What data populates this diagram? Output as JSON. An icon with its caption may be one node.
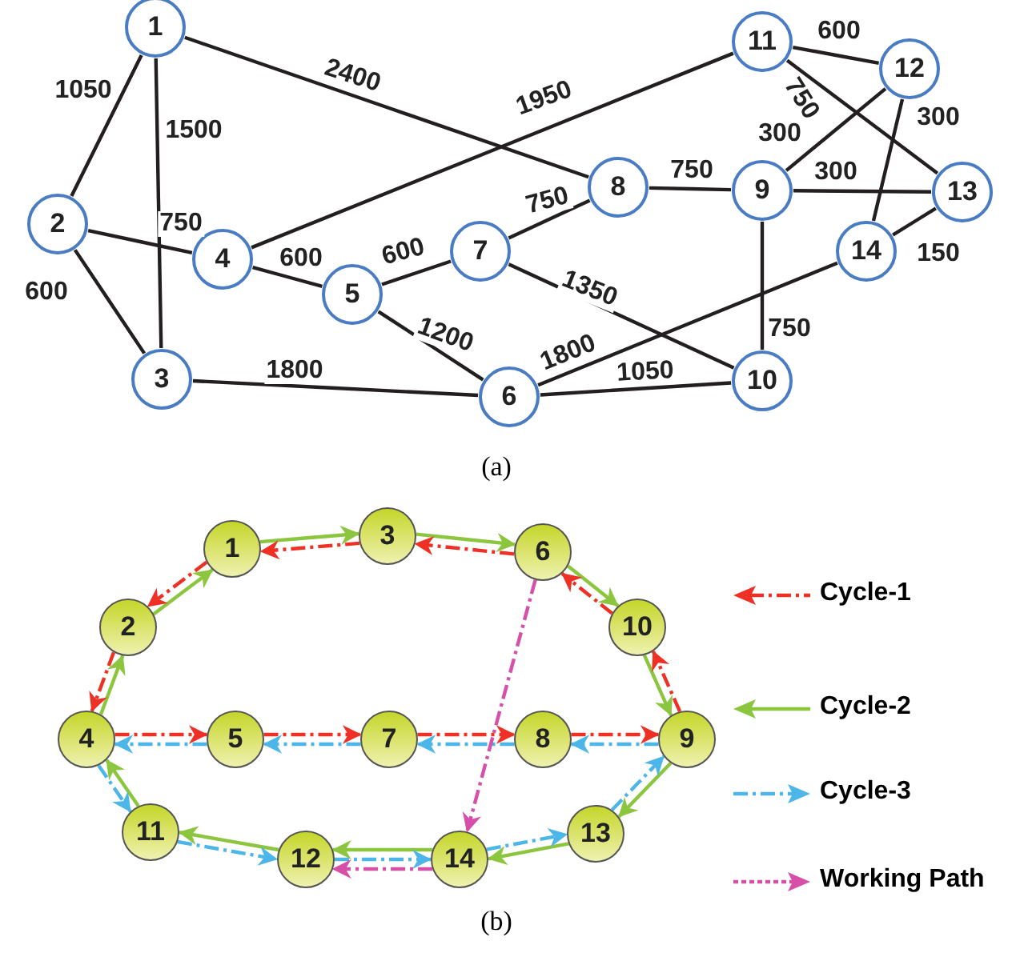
{
  "diagram": {
    "nodes": [
      {
        "text": [
          "1"
        ]
      },
      {
        "text": [
          "2"
        ]
      },
      {
        "text": [
          "3"
        ]
      },
      {
        "text": [
          "4"
        ]
      },
      {
        "text": [
          "5"
        ]
      },
      {
        "text": [
          "6"
        ]
      },
      {
        "text": [
          "7"
        ]
      },
      {
        "text": [
          "8"
        ]
      },
      {
        "text": [
          "9"
        ]
      },
      {
        "text": [
          "10"
        ]
      },
      {
        "text": [
          "11"
        ]
      },
      {
        "text": [
          "12"
        ]
      },
      {
        "text": [
          "13"
        ]
      },
      {
        "text": [
          "14"
        ]
      },
      {
        "text": [
          "1"
        ]
      },
      {
        "text": [
          "2"
        ]
      },
      {
        "text": [
          "3"
        ]
      },
      {
        "text": [
          "4"
        ]
      },
      {
        "text": [
          "5"
        ]
      },
      {
        "text": [
          "6"
        ]
      },
      {
        "text": [
          "7"
        ]
      },
      {
        "text": [
          "8"
        ]
      },
      {
        "text": [
          "9"
        ]
      },
      {
        "text": [
          "10"
        ]
      },
      {
        "text": [
          "11"
        ]
      },
      {
        "text": [
          "12"
        ]
      },
      {
        "text": [
          "13"
        ]
      },
      {
        "text": [
          "14"
        ]
      }
    ],
    "edges": [
      {
        "from": 0,
        "to": 1,
        "arrow": "none",
        "label": "1050"
      },
      {
        "from": 0,
        "to": 2,
        "arrow": "none",
        "label": "1500"
      },
      {
        "from": 0,
        "to": 7,
        "arrow": "none",
        "label": "2400"
      },
      {
        "from": 1,
        "to": 2,
        "arrow": "none",
        "label": "600"
      },
      {
        "from": 1,
        "to": 3,
        "arrow": "none",
        "label": "750"
      },
      {
        "from": 3,
        "to": 10,
        "arrow": "none",
        "label": "1950"
      },
      {
        "from": 3,
        "to": 4,
        "arrow": "none",
        "label": "600"
      },
      {
        "from": 4,
        "to": 6,
        "arrow": "none",
        "label": "600"
      },
      {
        "from": 4,
        "to": 5,
        "arrow": "none",
        "label": "1200"
      },
      {
        "from": 2,
        "to": 5,
        "arrow": "none",
        "label": "1800"
      },
      {
        "from": 6,
        "to": 7,
        "arrow": "none",
        "label": "750"
      },
      {
        "from": 6,
        "to": 9,
        "arrow": "none",
        "label": "1350"
      },
      {
        "from": 7,
        "to": 8,
        "arrow": "none",
        "label": "750"
      },
      {
        "from": 8,
        "to": 11,
        "arrow": "none",
        "label": "300"
      },
      {
        "from": 8,
        "to": 12,
        "arrow": "none",
        "label": "300"
      },
      {
        "from": 8,
        "to": 9,
        "arrow": "none",
        "label": "750"
      },
      {
        "from": 10,
        "to": 11,
        "arrow": "none",
        "label": "600"
      },
      {
        "from": 10,
        "to": 12,
        "arrow": "none",
        "label": "750"
      },
      {
        "from": 11,
        "to": 13,
        "arrow": "none",
        "label": "300"
      },
      {
        "from": 13,
        "to": 12,
        "arrow": "none",
        "label": "150"
      },
      {
        "from": 5,
        "to": 13,
        "arrow": "none",
        "label": "1800"
      },
      {
        "from": 5,
        "to": 9,
        "arrow": "none",
        "label": "1050"
      },
      {
        "from": 17,
        "to": 15,
        "arrow": "to",
        "color": "#8cc63f"
      },
      {
        "from": 15,
        "to": 14,
        "arrow": "to",
        "color": "#8cc63f"
      },
      {
        "from": 14,
        "to": 16,
        "arrow": "to",
        "color": "#8cc63f"
      },
      {
        "from": 16,
        "to": 19,
        "arrow": "to",
        "color": "#8cc63f"
      },
      {
        "from": 19,
        "to": 23,
        "arrow": "to",
        "color": "#8cc63f"
      },
      {
        "from": 23,
        "to": 22,
        "arrow": "to",
        "color": "#8cc63f"
      },
      {
        "from": 22,
        "to": 26,
        "arrow": "to",
        "color": "#8cc63f"
      },
      {
        "from": 26,
        "to": 27,
        "arrow": "to",
        "color": "#8cc63f"
      },
      {
        "from": 27,
        "to": 25,
        "arrow": "to",
        "color": "#8cc63f"
      },
      {
        "from": 25,
        "to": 24,
        "arrow": "to",
        "color": "#8cc63f"
      },
      {
        "from": 24,
        "to": 17,
        "arrow": "to",
        "color": "#8cc63f"
      },
      {
        "from": 19,
        "to": 16,
        "arrow": "to",
        "style": "dashed",
        "color": "#ee3124"
      },
      {
        "from": 16,
        "to": 14,
        "arrow": "to",
        "style": "dashed",
        "color": "#ee3124"
      },
      {
        "from": 14,
        "to": 15,
        "arrow": "to",
        "style": "dashed",
        "color": "#ee3124"
      },
      {
        "from": 15,
        "to": 17,
        "arrow": "to",
        "style": "dashed",
        "color": "#ee3124"
      },
      {
        "from": 17,
        "to": 18,
        "arrow": "to",
        "style": "dashed",
        "color": "#ee3124"
      },
      {
        "from": 18,
        "to": 20,
        "arrow": "to",
        "style": "dashed",
        "color": "#ee3124"
      },
      {
        "from": 20,
        "to": 21,
        "arrow": "to",
        "style": "dashed",
        "color": "#ee3124"
      },
      {
        "from": 21,
        "to": 22,
        "arrow": "to",
        "style": "dashed",
        "color": "#ee3124"
      },
      {
        "from": 22,
        "to": 23,
        "arrow": "to",
        "style": "dashed",
        "color": "#ee3124"
      },
      {
        "from": 23,
        "to": 19,
        "arrow": "to",
        "style": "dashed",
        "color": "#ee3124"
      },
      {
        "from": 22,
        "to": 21,
        "arrow": "to",
        "style": "dashed",
        "color": "#4cb6e8"
      },
      {
        "from": 21,
        "to": 20,
        "arrow": "to",
        "style": "dashed",
        "color": "#4cb6e8"
      },
      {
        "from": 20,
        "to": 18,
        "arrow": "to",
        "style": "dashed",
        "color": "#4cb6e8"
      },
      {
        "from": 18,
        "to": 17,
        "arrow": "to",
        "style": "dashed",
        "color": "#4cb6e8"
      },
      {
        "from": 17,
        "to": 24,
        "arrow": "to",
        "style": "dashed",
        "color": "#4cb6e8"
      },
      {
        "from": 24,
        "to": 25,
        "arrow": "to",
        "style": "dashed",
        "color": "#4cb6e8"
      },
      {
        "from": 25,
        "to": 27,
        "arrow": "to",
        "style": "dashed",
        "color": "#4cb6e8"
      },
      {
        "from": 27,
        "to": 26,
        "arrow": "to",
        "style": "dashed",
        "color": "#4cb6e8"
      },
      {
        "from": 26,
        "to": 22,
        "arrow": "to",
        "style": "dashed",
        "color": "#4cb6e8"
      },
      {
        "from": 19,
        "to": 27,
        "arrow": "to",
        "style": "dashed",
        "color": "#d64fa8"
      },
      {
        "from": 27,
        "to": 25,
        "arrow": "to",
        "style": "dashed",
        "color": "#d64fa8"
      }
    ],
    "labels": [
      "(a)",
      "(b)"
    ],
    "legend": [
      {
        "text": "Cycle-1"
      },
      {
        "text": "Cycle-2"
      },
      {
        "text": "Cycle-3"
      },
      {
        "text": "Working Path"
      }
    ]
  }
}
